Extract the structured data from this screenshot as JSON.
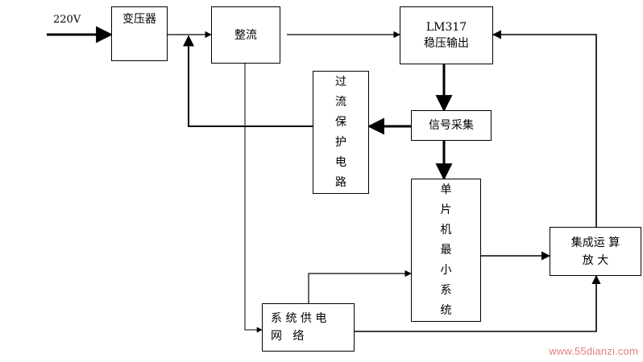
{
  "input": {
    "label": "220V"
  },
  "blocks": {
    "transformer": "变压器",
    "rectifier": "整流",
    "regulator_line1": "LM317",
    "regulator_line2": "稳压输出",
    "overcurrent_chars": [
      "过",
      "流",
      "保",
      "护",
      "电",
      "路"
    ],
    "signal_acquisition": "信号采集",
    "mcu_chars": [
      "单",
      "片",
      "机",
      "最",
      "小",
      "系",
      "统"
    ],
    "op_amp_line1": "集成运 算",
    "op_amp_line2": "放 大",
    "power_network_line1": "系 统 供 电",
    "power_network_line2": "网   络"
  },
  "watermark": "www.55dianzi.com"
}
